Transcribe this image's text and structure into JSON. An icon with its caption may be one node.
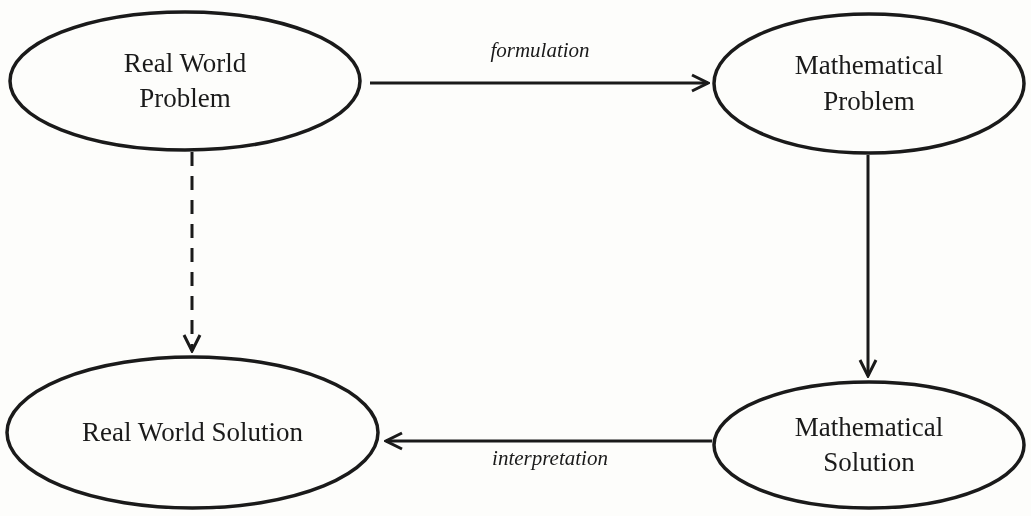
{
  "diagram": {
    "nodes": [
      {
        "text": [
          "Real World Problem"
        ]
      },
      {
        "text": [
          "Mathematical Problem"
        ]
      },
      {
        "text": [
          "Real World Solution"
        ]
      },
      {
        "text": [
          "Mathematical Solution"
        ]
      }
    ],
    "edges": [
      {
        "from": 0,
        "to": 1,
        "arrow": "to",
        "label": "formulation"
      },
      {
        "from": 1,
        "to": 3,
        "arrow": "to"
      },
      {
        "from": 3,
        "to": 2,
        "arrow": "to",
        "label": "interpretation"
      },
      {
        "from": 0,
        "to": 2,
        "arrow": "to",
        "style": "dashed"
      }
    ]
  }
}
